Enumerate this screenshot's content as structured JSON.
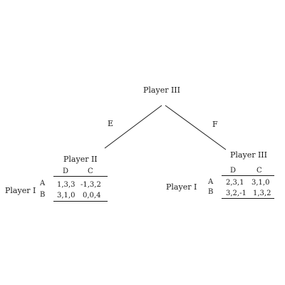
{
  "root": {
    "label": "Player III"
  },
  "branches": [
    {
      "label": "E"
    },
    {
      "label": "F"
    }
  ],
  "left": {
    "column_player": "Player II",
    "row_player": "Player I",
    "columns": [
      "D",
      "C"
    ],
    "rows": [
      {
        "label": "A",
        "cells": [
          "1,3,3",
          "-1,3,2"
        ]
      },
      {
        "label": "B",
        "cells": [
          "3,1,0",
          "0,0,4"
        ]
      }
    ]
  },
  "right": {
    "column_player": "Player III",
    "row_player": "Player I",
    "columns": [
      "D",
      "C"
    ],
    "rows": [
      {
        "label": "A",
        "cells": [
          "2,3,1",
          "3,1,0"
        ]
      },
      {
        "label": "B",
        "cells": [
          "3,2,-1",
          "1,3,2"
        ]
      }
    ]
  }
}
